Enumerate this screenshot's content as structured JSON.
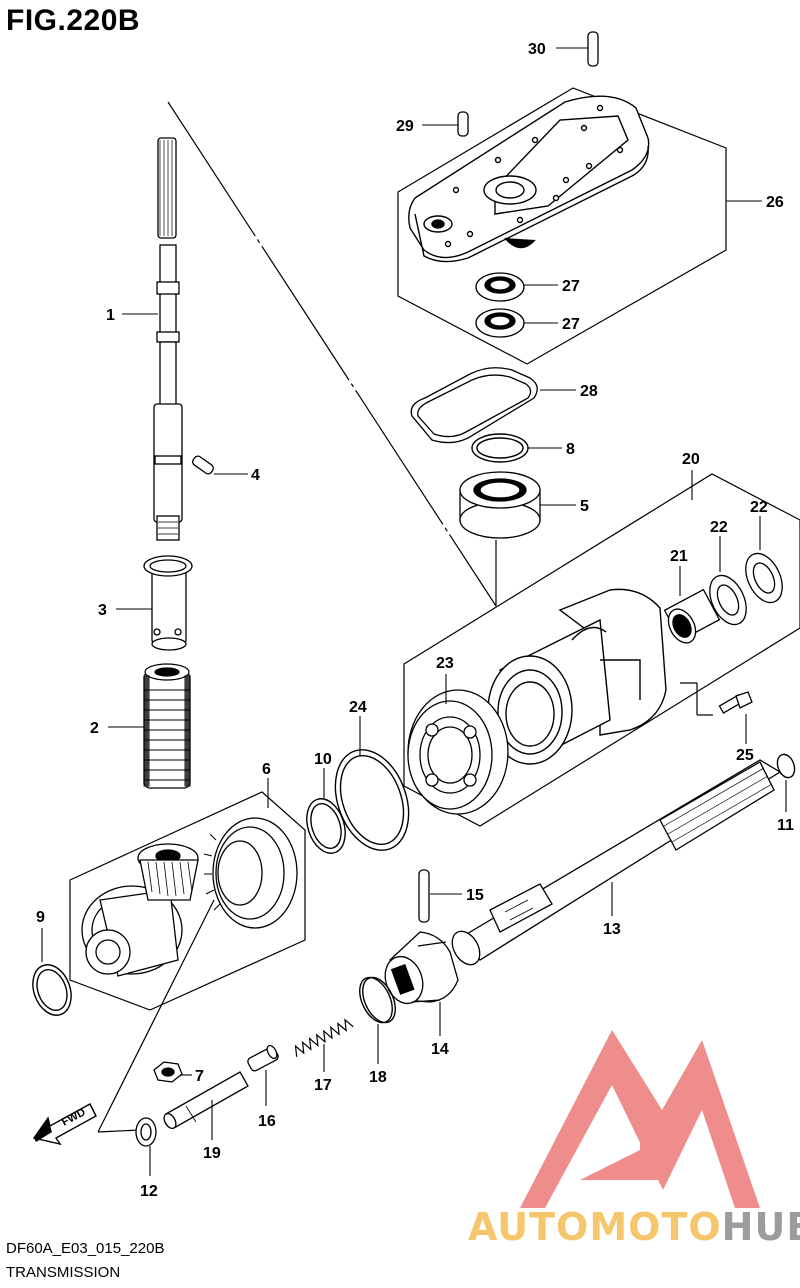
{
  "figure": {
    "title": "FIG.220B",
    "code": "DF60A_E03_015_220B",
    "name": "TRANSMISSION"
  },
  "watermark": {
    "brand_part1": "AUTOMOTO",
    "brand_part2": "HUB",
    "colors": {
      "triangle": "#e8504f",
      "text_light": "#f6c66d",
      "text_dark": "#9c9c9c"
    }
  },
  "direction_arrow": {
    "label": "FWD"
  },
  "callouts": [
    {
      "id": "c1",
      "num": "1"
    },
    {
      "id": "c2",
      "num": "2"
    },
    {
      "id": "c3",
      "num": "3"
    },
    {
      "id": "c4",
      "num": "4"
    },
    {
      "id": "c5",
      "num": "5"
    },
    {
      "id": "c6",
      "num": "6"
    },
    {
      "id": "c7",
      "num": "7"
    },
    {
      "id": "c8",
      "num": "8"
    },
    {
      "id": "c9",
      "num": "9"
    },
    {
      "id": "c10",
      "num": "10"
    },
    {
      "id": "c11",
      "num": "11"
    },
    {
      "id": "c12",
      "num": "12"
    },
    {
      "id": "c13",
      "num": "13"
    },
    {
      "id": "c14",
      "num": "14"
    },
    {
      "id": "c15",
      "num": "15"
    },
    {
      "id": "c16",
      "num": "16"
    },
    {
      "id": "c17",
      "num": "17"
    },
    {
      "id": "c18",
      "num": "18"
    },
    {
      "id": "c19",
      "num": "19"
    },
    {
      "id": "c20",
      "num": "20"
    },
    {
      "id": "c21",
      "num": "21"
    },
    {
      "id": "c22a",
      "num": "22"
    },
    {
      "id": "c22b",
      "num": "22"
    },
    {
      "id": "c23",
      "num": "23"
    },
    {
      "id": "c24",
      "num": "24"
    },
    {
      "id": "c25",
      "num": "25"
    },
    {
      "id": "c26",
      "num": "26"
    },
    {
      "id": "c27a",
      "num": "27"
    },
    {
      "id": "c27b",
      "num": "27"
    },
    {
      "id": "c28",
      "num": "28"
    },
    {
      "id": "c29",
      "num": "29"
    },
    {
      "id": "c30",
      "num": "30"
    }
  ]
}
